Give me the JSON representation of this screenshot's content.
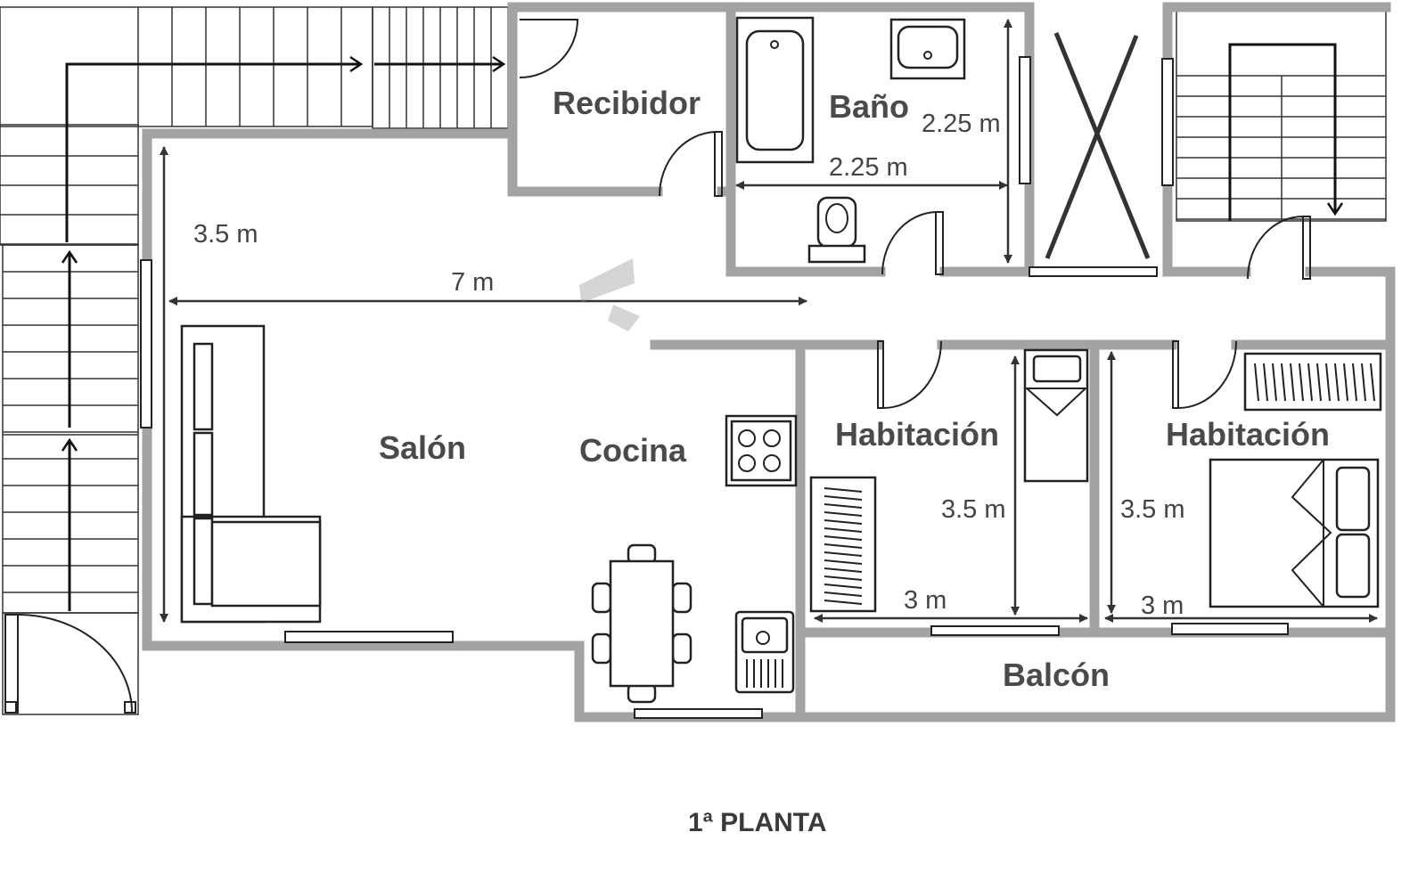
{
  "title": "1ª PLANTA",
  "rooms": {
    "recibidor": "Recibidor",
    "bano": "Baño",
    "salon": "Salón",
    "cocina": "Cocina",
    "habitacion_1": "Habitación",
    "habitacion_2": "Habitación",
    "balcon": "Balcón"
  },
  "dimensions": {
    "bano_height": "2.25 m",
    "bano_width": "2.25 m",
    "salon_height": "3.5 m",
    "salon_width": "7 m",
    "hab1_height": "3.5 m",
    "hab1_width": "3 m",
    "hab2_height": "3.5 m",
    "hab2_width": "3 m"
  },
  "colors": {
    "wall": "#a3a3a3",
    "text": "#4a4a4a"
  }
}
